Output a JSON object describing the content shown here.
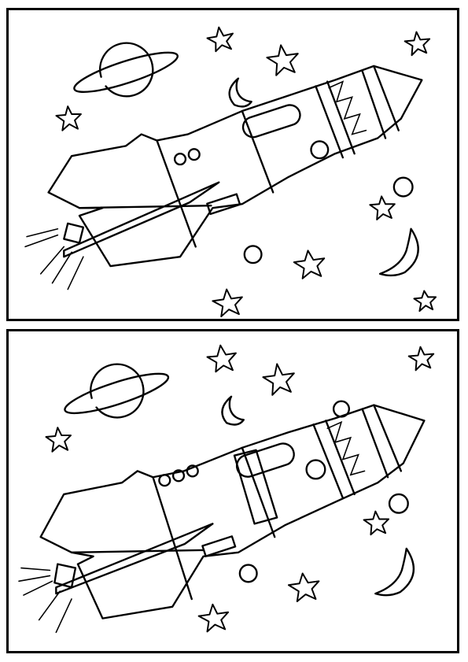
{
  "colors": {
    "ink": "#000000",
    "paper": "#ffffff"
  },
  "panels": [
    {
      "id": "top",
      "top_windows": 2,
      "has_side_panel": false
    },
    {
      "id": "bottom",
      "top_windows": 3,
      "has_side_panel": true
    }
  ]
}
